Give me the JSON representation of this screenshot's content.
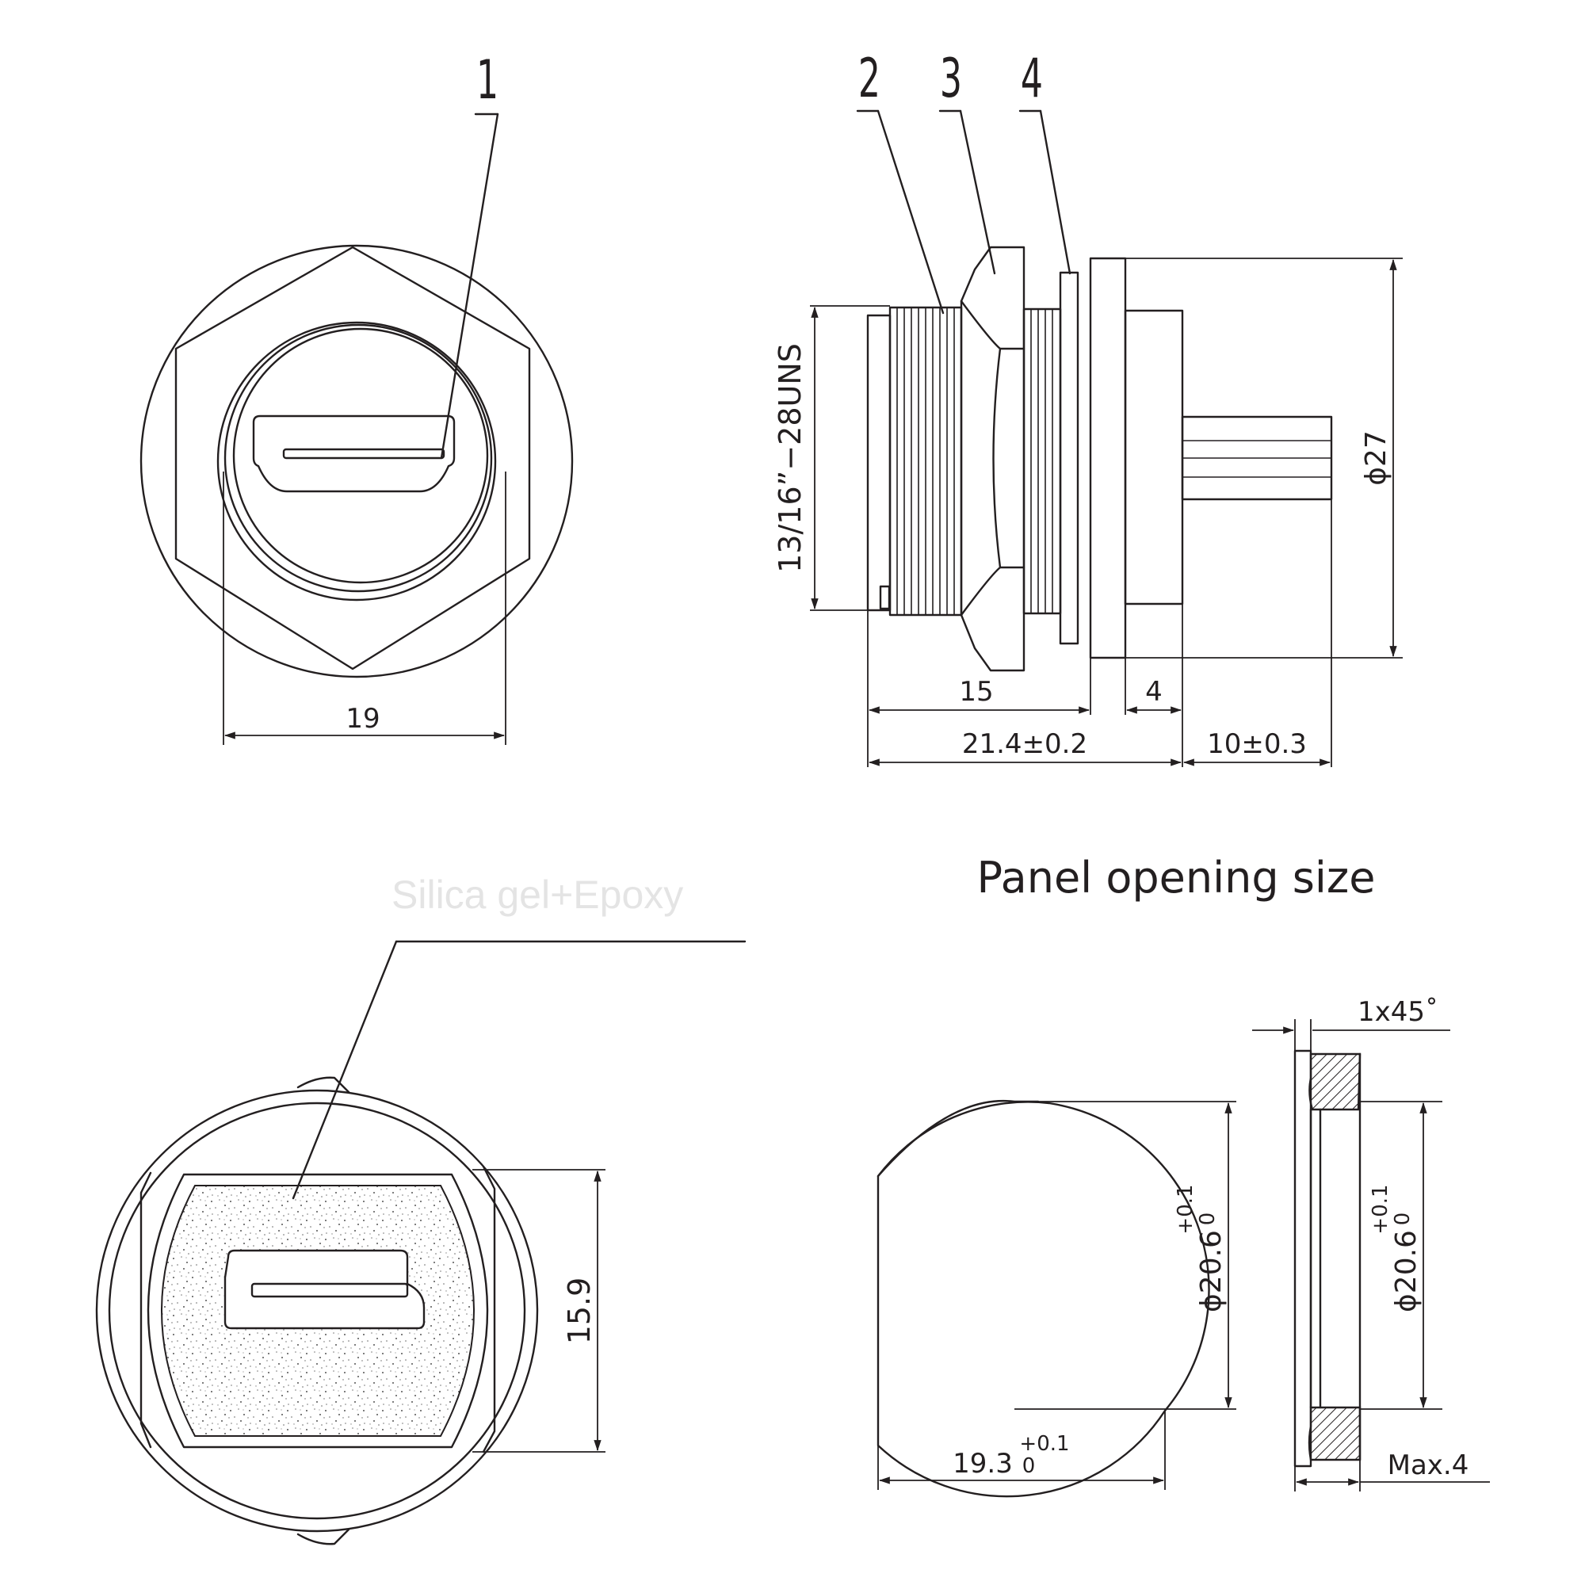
{
  "front_view": {
    "leader_number": "1",
    "width_dim": "19"
  },
  "side_view": {
    "leader_numbers": [
      "2",
      "3",
      "4"
    ],
    "thread_spec": "13/16”−28UNS",
    "diameter_dim": "ϕ27",
    "dim_15": "15",
    "dim_4": "4",
    "dim_total": "21.4±0.2",
    "dim_pin": "10±0.3"
  },
  "rear_view": {
    "material_label": "Silica  gel+Epoxy",
    "height_dim": "15.9"
  },
  "panel_opening": {
    "title": "Panel opening size",
    "diameter_dim": "ϕ20.6",
    "diameter_tol_upper": "+0.1",
    "diameter_tol_lower": "0",
    "flat_dim": "19.3",
    "flat_tol_upper": "+0.1",
    "flat_tol_lower": "0",
    "section_diameter_dim": "ϕ20.6",
    "section_tol_upper": "+0.1",
    "section_tol_lower": "0",
    "chamfer": "1x45˚",
    "max_thickness": "Max.4"
  }
}
